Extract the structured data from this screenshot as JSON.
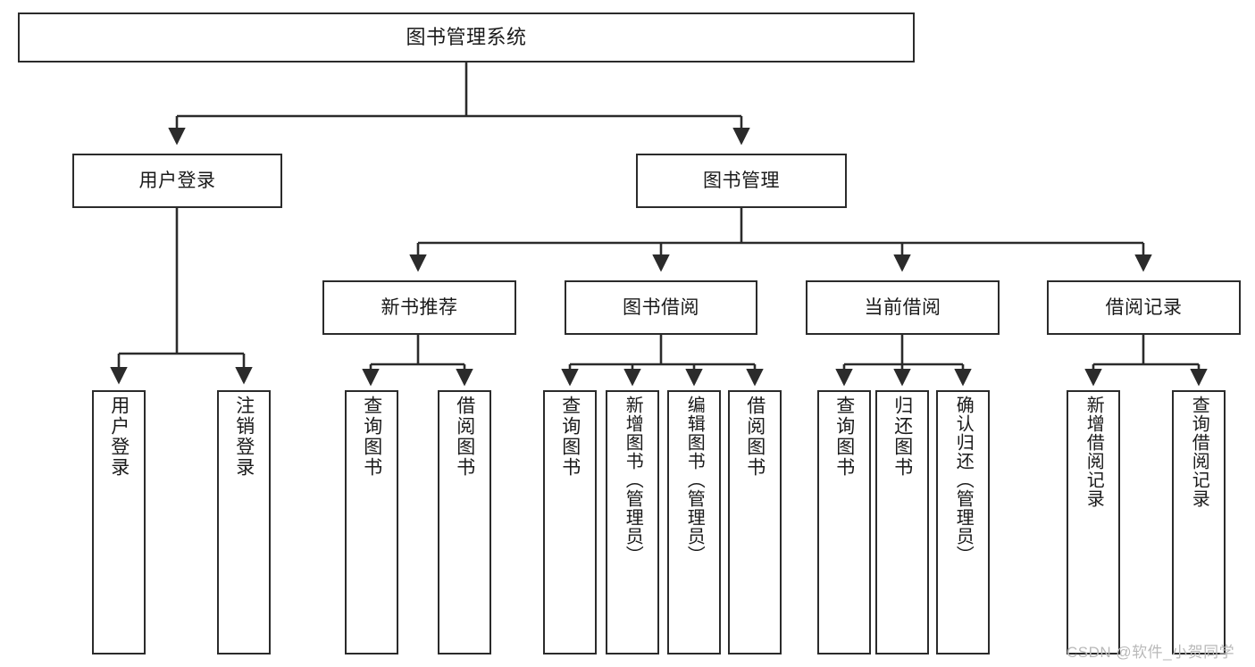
{
  "diagram": {
    "title": "图书管理系统",
    "type": "hierarchy-tree",
    "root": {
      "id": "root",
      "label": "图书管理系统"
    },
    "level1": [
      {
        "id": "user-login",
        "label": "用户登录"
      },
      {
        "id": "book-manage",
        "label": "图书管理"
      }
    ],
    "level2": [
      {
        "id": "new-book-recommend",
        "label": "新书推荐",
        "parent": "book-manage"
      },
      {
        "id": "book-borrow",
        "label": "图书借阅",
        "parent": "book-manage"
      },
      {
        "id": "current-borrow",
        "label": "当前借阅",
        "parent": "book-manage"
      },
      {
        "id": "borrow-record",
        "label": "借阅记录",
        "parent": "book-manage"
      }
    ],
    "leaves": {
      "user_login": [
        {
          "id": "leaf-user-login",
          "label": "用户登录"
        },
        {
          "id": "leaf-user-logout",
          "label": "注销登录"
        }
      ],
      "new_book_recommend": [
        {
          "id": "leaf-query-book-1",
          "label": "查询图书"
        },
        {
          "id": "leaf-borrow-book-1",
          "label": "借阅图书"
        }
      ],
      "book_borrow": [
        {
          "id": "leaf-query-book-2",
          "label": "查询图书"
        },
        {
          "id": "leaf-add-book",
          "label": "新增图书（管理员）"
        },
        {
          "id": "leaf-edit-book",
          "label": "编辑图书（管理员）"
        },
        {
          "id": "leaf-borrow-book-2",
          "label": "借阅图书"
        }
      ],
      "current_borrow": [
        {
          "id": "leaf-query-book-3",
          "label": "查询图书"
        },
        {
          "id": "leaf-return-book",
          "label": "归还图书"
        },
        {
          "id": "leaf-confirm-return",
          "label": "确认归还（管理员）"
        }
      ],
      "borrow_record": [
        {
          "id": "leaf-add-record",
          "label": "新增借阅记录"
        },
        {
          "id": "leaf-query-record",
          "label": "查询借阅记录"
        }
      ]
    }
  },
  "watermark": {
    "text": "CSDN @软件_小贺同学"
  },
  "colors": {
    "stroke": "#2b2b2b",
    "background": "#ffffff",
    "text": "#1a1a1a",
    "watermark": "#b9b9b9"
  }
}
